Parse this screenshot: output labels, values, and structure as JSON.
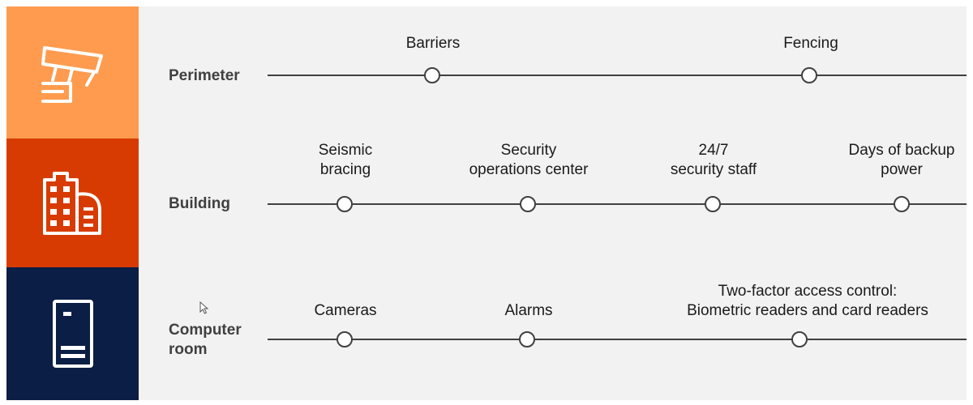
{
  "colors": {
    "perimeter_band": "#ff9b4f",
    "building_band": "#d83b01",
    "computer_room_band": "#0b1e45",
    "slide_background": "#f2f2f2",
    "line": "#404040"
  },
  "rows": [
    {
      "label": "Perimeter",
      "icon": "security-camera-icon",
      "milestones": [
        {
          "label": "Barriers"
        },
        {
          "label": "Fencing"
        }
      ]
    },
    {
      "label": "Building",
      "icon": "building-icon",
      "milestones": [
        {
          "label": "Seismic\nbracing"
        },
        {
          "label": "Security\noperations center"
        },
        {
          "label": "24/7\nsecurity staff"
        },
        {
          "label": "Days of backup\npower"
        }
      ]
    },
    {
      "label": "Computer\nroom",
      "icon": "server-rack-icon",
      "milestones": [
        {
          "label": "Cameras"
        },
        {
          "label": "Alarms"
        },
        {
          "label": "Two-factor access control:\nBiometric readers and card readers"
        }
      ]
    }
  ]
}
